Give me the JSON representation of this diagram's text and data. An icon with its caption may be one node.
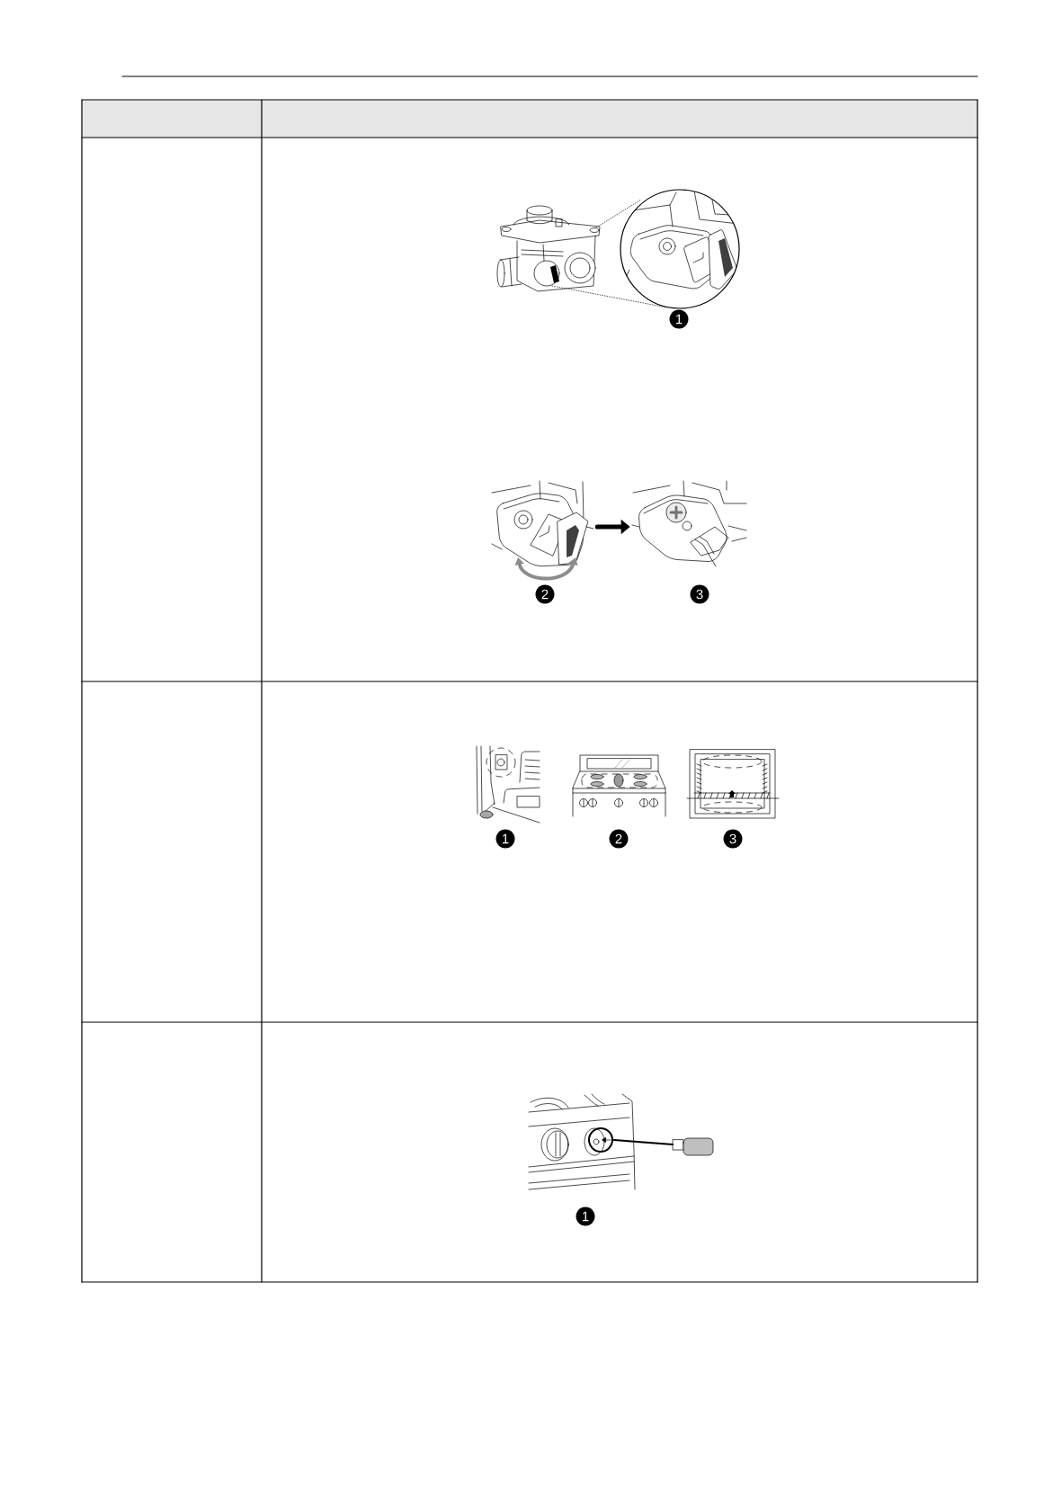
{
  "diagram": {
    "nodes": [
      {
        "text": [],
        "shape": "picture",
        "beside": [
          "2"
        ]
      },
      {
        "text": [],
        "shape": "picture",
        "beside": [
          "3"
        ]
      }
    ],
    "edges": [
      {
        "from": 0,
        "to": 1,
        "arrow": "to"
      }
    ],
    "labels": [
      "1",
      "1",
      "2",
      "3",
      "1"
    ]
  }
}
